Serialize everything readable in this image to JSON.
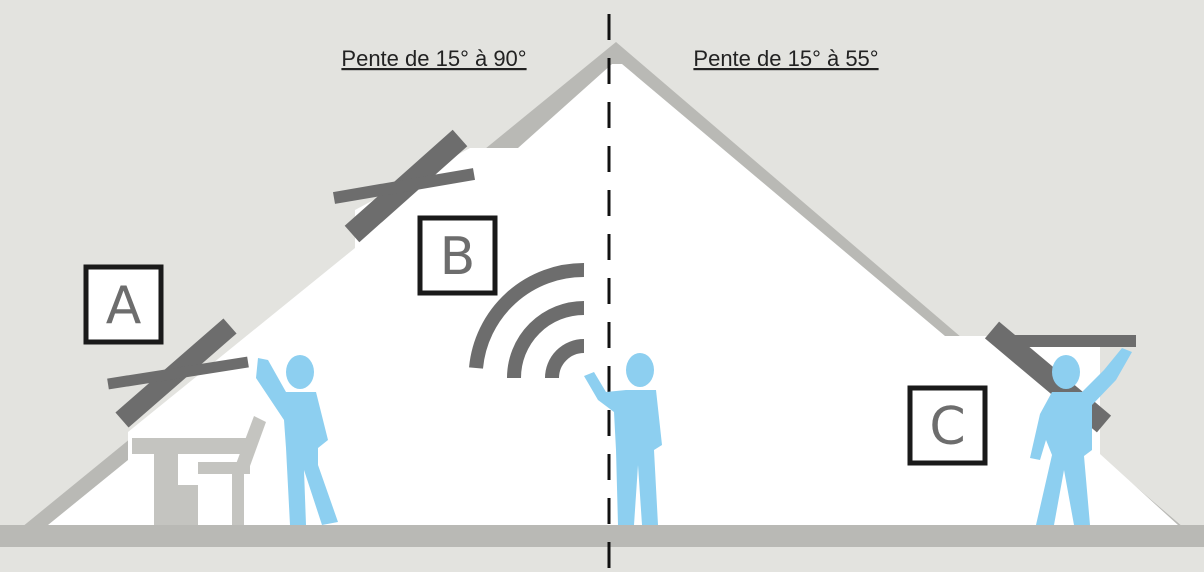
{
  "slope_left": "Pente de 15° à 90°",
  "slope_right": "Pente de 15° à 55°",
  "box_a": "A",
  "box_b": "B",
  "box_c": "C",
  "colors": {
    "background": "#e3e3df",
    "roof": "#b9b9b5",
    "interior": "#ffffff",
    "window": "#6d6d6d",
    "furniture": "#c4c4c0",
    "person": "#8dcff0",
    "label_box": "#1a1a1a"
  }
}
